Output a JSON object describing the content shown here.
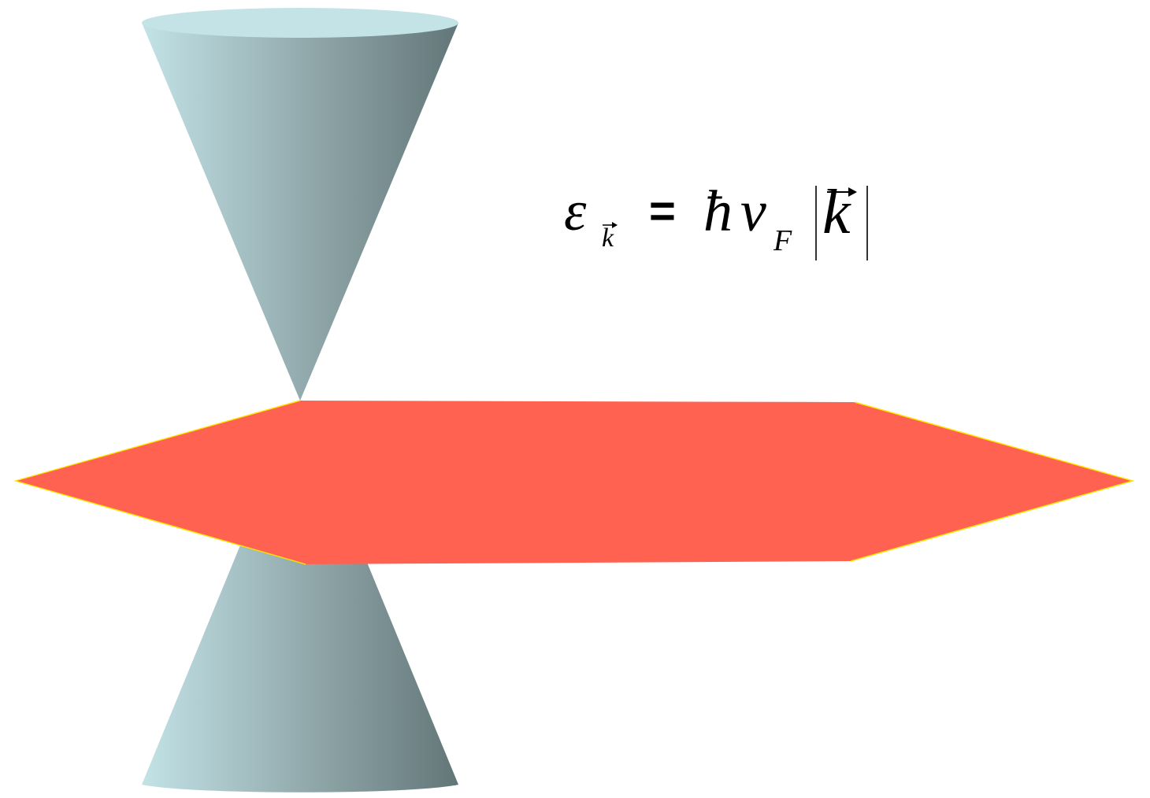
{
  "diagram": {
    "description_colors": {
      "cone_light": "#c3e3e7",
      "cone_dark": "#627678",
      "plane_fill": "#ff6251",
      "plane_edge": "#ffe100"
    }
  },
  "equation": {
    "lhs_symbol": "ε",
    "lhs_subscript": "k",
    "equals": "=",
    "hbar": "ħ",
    "velocity": "v",
    "velocity_subscript": "F",
    "argument": "k"
  }
}
